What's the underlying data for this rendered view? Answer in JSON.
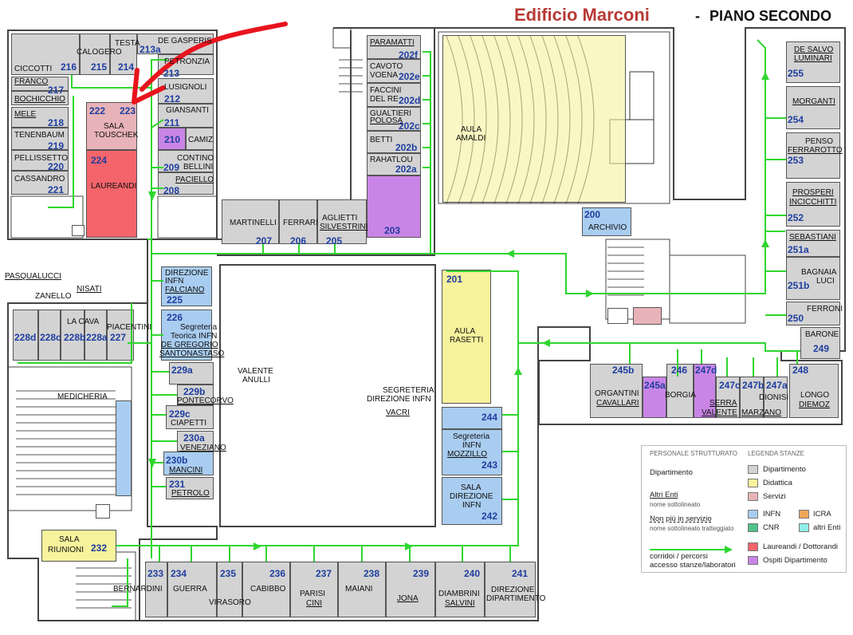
{
  "header": {
    "building": "Edificio Marconi",
    "dash": "-",
    "floor": "PIANO SECONDO"
  },
  "colors": {
    "title": "#b83a35",
    "room_number": "#1f3ea0",
    "corridor": "#2fd62f",
    "dipartimento": "#d3d3d3",
    "didattica": "#f7f29c",
    "servizi": "#e8b3b8",
    "infn": "#a9cdf0",
    "icra": "#f0a75a",
    "cnr": "#4fc38a",
    "altri_enti": "#8ff0e8",
    "laureandi": "#f3646b",
    "ospiti": "#c985e6",
    "annotation_arrow": "#e8141e"
  },
  "rooms": [
    {
      "number": "216",
      "names": [
        "CICCOTTI"
      ]
    },
    {
      "number": "215",
      "names": [
        "CALOGERO"
      ]
    },
    {
      "number": "214",
      "names": [
        "TESTA"
      ]
    },
    {
      "number": "213a",
      "names": [
        "DE GASPERIS"
      ]
    },
    {
      "number": "213",
      "names": [
        "PETRONZIA"
      ]
    },
    {
      "number": "212",
      "names": [
        "LUSIGNOLI"
      ]
    },
    {
      "number": "211",
      "names": [
        "GIANSANTI"
      ]
    },
    {
      "number": "210",
      "names": [
        "CAMIZ"
      ]
    },
    {
      "number": "209",
      "names": [
        "CONTINO",
        "BELLINI"
      ]
    },
    {
      "number": "208",
      "names": [
        "PACIELLO"
      ]
    },
    {
      "number": "217",
      "names": [
        "FRANCO"
      ]
    },
    {
      "number": "",
      "names": [
        "BOCHICCHIO"
      ]
    },
    {
      "number": "218",
      "names": [
        "MELE"
      ]
    },
    {
      "number": "219",
      "names": [
        "TENENBAUM"
      ]
    },
    {
      "number": "220",
      "names": [
        "PELLISSETTO"
      ]
    },
    {
      "number": "221",
      "names": [
        "CASSANDRO"
      ]
    },
    {
      "number": "222",
      "names": []
    },
    {
      "number": "223",
      "names": [
        "SALA",
        "TOUSCHEK"
      ]
    },
    {
      "number": "224",
      "names": [
        "LAUREANDI"
      ]
    },
    {
      "number": "207",
      "names": [
        "MARTINELLI"
      ]
    },
    {
      "number": "206",
      "names": [
        "FERRARI"
      ]
    },
    {
      "number": "205",
      "names": [
        "AGLIETTI",
        "SILVESTRINI"
      ]
    },
    {
      "number": "203",
      "names": []
    },
    {
      "number": "202f",
      "names": [
        "PARAMATTI"
      ]
    },
    {
      "number": "202e",
      "names": [
        "CAVOTO",
        "VOENA"
      ]
    },
    {
      "number": "202d",
      "names": [
        "FACCINI",
        "DEL RE"
      ]
    },
    {
      "number": "202c",
      "names": [
        "GUALTIERI",
        "POLOSA"
      ]
    },
    {
      "number": "202b",
      "names": [
        "BETTI"
      ]
    },
    {
      "number": "202a",
      "names": [
        "RAHATLOU"
      ]
    },
    {
      "number": "",
      "names": [
        "AULA",
        "AMALDI"
      ]
    },
    {
      "number": "200",
      "names": [
        "ARCHIVIO"
      ]
    },
    {
      "number": "255",
      "names": [
        "DE SALVO",
        "LUMINARI"
      ]
    },
    {
      "number": "254",
      "names": [
        "MORGANTI"
      ]
    },
    {
      "number": "253",
      "names": [
        "PENSO",
        "FERRAROTTO"
      ]
    },
    {
      "number": "252",
      "names": [
        "PROSPERI",
        "INCICCHITTI"
      ]
    },
    {
      "number": "251a",
      "names": [
        "SEBASTIANI"
      ]
    },
    {
      "number": "251b",
      "names": [
        "BAGNAIA",
        "LUCI"
      ]
    },
    {
      "number": "250",
      "names": [
        "FERRONI"
      ]
    },
    {
      "number": "249",
      "names": [
        "BARONE"
      ]
    },
    {
      "number": "225",
      "names": [
        "DIREZIONE",
        "INFN",
        "FALCIANO"
      ]
    },
    {
      "number": "226",
      "names": [
        "Segreteria",
        "Teorica INFN",
        "DE GREGORIO",
        "SANTONASTASO"
      ]
    },
    {
      "number": "229a",
      "names": []
    },
    {
      "number": "229b",
      "names": [
        "PONTECORVO"
      ]
    },
    {
      "number": "229c",
      "names": [
        "CIAPETTI"
      ]
    },
    {
      "number": "230a",
      "names": [
        "VENEZIANO"
      ]
    },
    {
      "number": "230b",
      "names": [
        "MANCINI"
      ]
    },
    {
      "number": "231",
      "names": [
        "PETROLO"
      ]
    },
    {
      "number": "228d",
      "names": [
        "PASQUALUCCI"
      ]
    },
    {
      "number": "228c",
      "names": [
        "ZANELLO"
      ]
    },
    {
      "number": "228b",
      "names": [
        "NISATI"
      ]
    },
    {
      "number": "228a",
      "names": [
        "LA CAVA"
      ]
    },
    {
      "number": "227",
      "names": [
        "PIACENTINI"
      ]
    },
    {
      "number": "",
      "names": [
        "MEDICHERIA"
      ]
    },
    {
      "number": "",
      "names": [
        "VALENTE",
        "ANULLI"
      ]
    },
    {
      "number": "201",
      "names": [
        "AULA",
        "RASETTI"
      ]
    },
    {
      "number": "",
      "names": [
        "SEGRETERIA",
        "DIREZIONE INFN",
        "VACRI"
      ]
    },
    {
      "number": "244",
      "names": []
    },
    {
      "number": "243",
      "names": [
        "Segreteria",
        "INFN",
        "MOZZILLO"
      ]
    },
    {
      "number": "242",
      "names": [
        "SALA",
        "DIREZIONE",
        "INFN"
      ]
    },
    {
      "number": "245b",
      "names": [
        "ORGANTINI",
        "CAVALLARI"
      ]
    },
    {
      "number": "245a",
      "names": []
    },
    {
      "number": "246",
      "names": [
        "BORGIA"
      ]
    },
    {
      "number": "247d",
      "names": [
        "SERRA",
        "VALENTE"
      ]
    },
    {
      "number": "247c",
      "names": []
    },
    {
      "number": "247b",
      "names": [
        "MARZANO"
      ]
    },
    {
      "number": "247a",
      "names": [
        "DIONISI"
      ]
    },
    {
      "number": "248",
      "names": [
        "LONGO",
        "DIEMOZ"
      ]
    },
    {
      "number": "232",
      "names": [
        "SALA",
        "RIUNIONI"
      ]
    },
    {
      "number": "233",
      "names": [
        "BERNARDINI"
      ]
    },
    {
      "number": "234",
      "names": [
        "GUERRA"
      ]
    },
    {
      "number": "235",
      "names": [
        "VIRASORO"
      ]
    },
    {
      "number": "236",
      "names": [
        "CABIBBO"
      ]
    },
    {
      "number": "237",
      "names": [
        "PARISI",
        "CINI"
      ]
    },
    {
      "number": "238",
      "names": [
        "MAIANI"
      ]
    },
    {
      "number": "239",
      "names": [
        "JONA"
      ]
    },
    {
      "number": "240",
      "names": [
        "DIAMBRINI",
        "SALVINI"
      ]
    },
    {
      "number": "241",
      "names": [
        "DIREZIONE",
        "DIPARTIMENTO"
      ]
    }
  ],
  "legend": {
    "personnel_heading": "PERSONALE STRUTTURATO",
    "rooms_heading": "LEGENDA STANZE",
    "dipartimento": "Dipartimento",
    "altri_enti": "Altri Enti",
    "altri_enti_note": "nome sottolineato",
    "non_servizio": "Non più in servizio",
    "non_servizio_note": "nome sottolineato tratteggiato",
    "corridoi": "corridoi / percorsi",
    "corridoi2": "accesso stanze/laboratori",
    "items": [
      {
        "label": "Dipartimento",
        "color": "#d3d3d3"
      },
      {
        "label": "Didattica",
        "color": "#f7f29c"
      },
      {
        "label": "Servizi",
        "color": "#e8b3b8"
      },
      {
        "label": "INFN",
        "color": "#a9cdf0"
      },
      {
        "label": "ICRA",
        "color": "#f0a75a"
      },
      {
        "label": "CNR",
        "color": "#4fc38a"
      },
      {
        "label": "altri Enti",
        "color": "#8ff0e8"
      },
      {
        "label": "Laureandi / Dottorandi",
        "color": "#f3646b"
      },
      {
        "label": "Ospiti Dipartimento",
        "color": "#c985e6"
      }
    ]
  }
}
